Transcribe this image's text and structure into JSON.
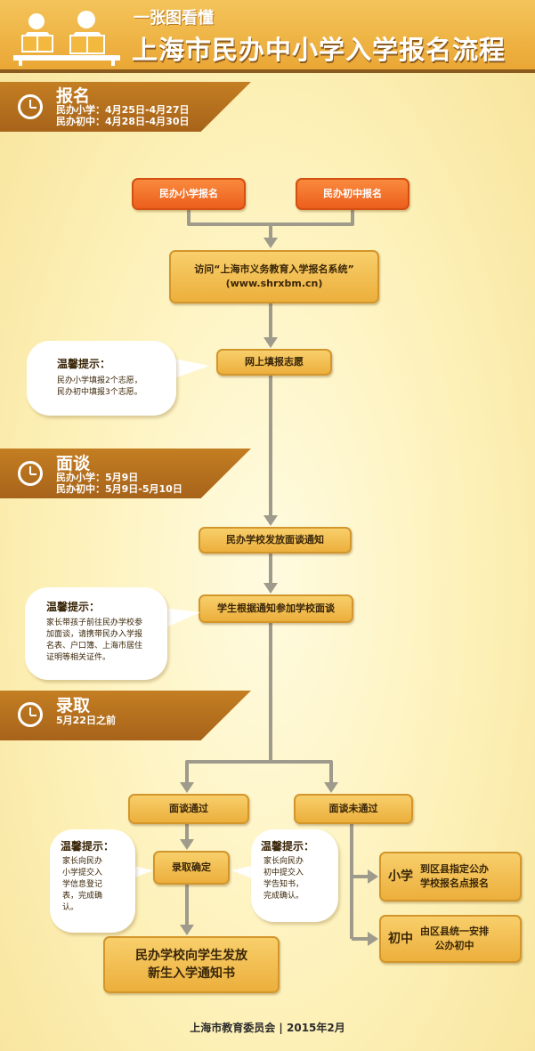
{
  "header": {
    "subtitle": "一张图看懂",
    "title": "上海市民办中小学入学报名流程"
  },
  "stages": [
    {
      "title": "报名",
      "lines": [
        "民办小学：4月25日-4月27日",
        "民办初中：4月28日-4月30日"
      ]
    },
    {
      "title": "面谈",
      "lines": [
        "民办小学：5月9日",
        "民办初中：5月9日-5月10日"
      ]
    },
    {
      "title": "录取",
      "lines": [
        "5月22日之前"
      ]
    }
  ],
  "steps": {
    "primary_register": "民办小学报名",
    "middle_register": "民办初中报名",
    "visit_system": "访问“上海市义务教育入学报名系统”\n(www.shrxbm.cn)",
    "fill_choice": "网上填报志愿",
    "interview_notice": "民办学校发放面谈通知",
    "attend_interview": "学生根据通知参加学校面谈",
    "pass": "面谈通过",
    "fail": "面谈未通过",
    "confirm": "录取确定",
    "notice_letter": "民办学校向学生发放\n新生入学通知书",
    "primary_label": "小学",
    "primary_result": "到区县指定公办\n学校报名点报名",
    "middle_label": "初中",
    "middle_result": "由区县统一安排\n公办初中"
  },
  "tips": [
    {
      "title": "温馨提示：",
      "text": "民办小学填报2个志愿，\n民办初中填报3个志愿。"
    },
    {
      "title": "温馨提示：",
      "text": "家长带孩子前往民办学校参\n加面谈，请携带民办入学报\n名表、户口簿、上海市居住\n证明等相关证件。"
    },
    {
      "title": "温馨提示：",
      "text": "家长向民办\n小学提交入\n学信息登记\n表，完成确\n认。"
    },
    {
      "title": "温馨提示：",
      "text": "家长向民办\n初中提交入\n学告知书，\n完成确认。"
    }
  ],
  "footer": "上海市教育委员会 | 2015年2月",
  "colors": {
    "orange_box": "#ec5f1c",
    "gold_box": "#ecaf3c",
    "banner": "#a7631a",
    "connector": "#9e9a8c"
  }
}
